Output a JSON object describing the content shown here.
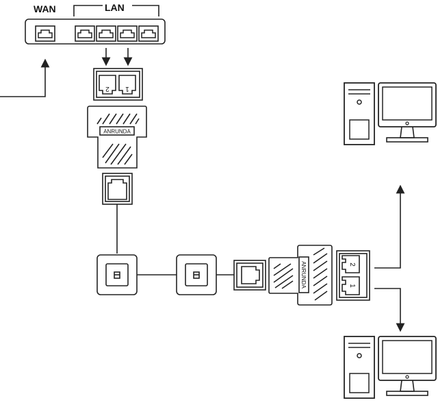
{
  "router": {
    "wan_label": "WAN",
    "lan_label": "LAN"
  },
  "adapter_top": {
    "brand": "ANRUNDA",
    "port_labels": [
      "2",
      "1"
    ]
  },
  "adapter_right": {
    "brand": "ANRUNDA",
    "port_labels": [
      "2",
      "1"
    ]
  },
  "colors": {
    "line": "#222222",
    "background": "#ffffff"
  }
}
